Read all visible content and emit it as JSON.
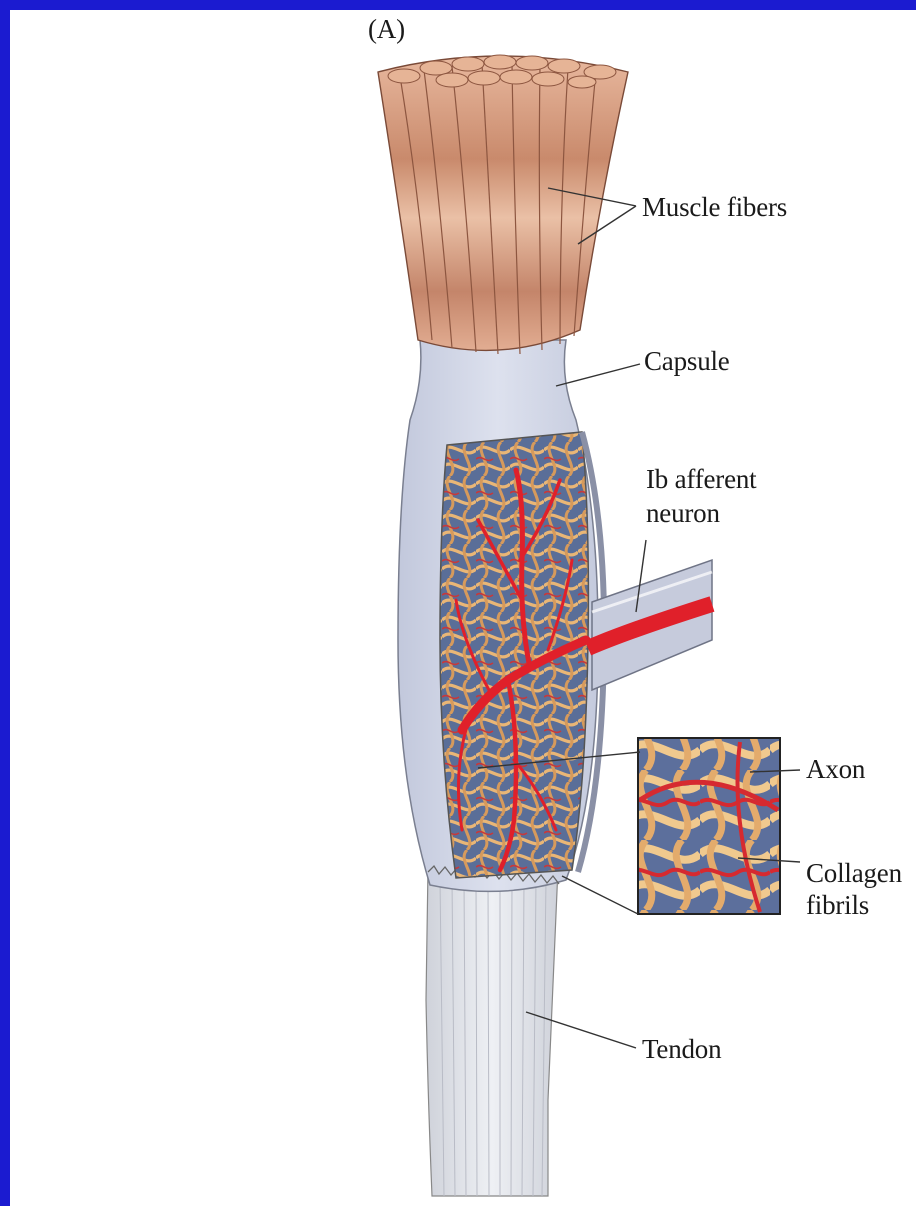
{
  "panel_label": "(A)",
  "labels": {
    "muscle_fibers": "Muscle fibers",
    "capsule": "Capsule",
    "afferent_line1": "Ib afferent",
    "afferent_line2": "neuron",
    "axon": "Axon",
    "collagen_line1": "Collagen",
    "collagen_line2": "fibrils",
    "tendon": "Tendon"
  },
  "colors": {
    "frame": "#1b1bd0",
    "muscle": "#d49a7c",
    "capsule": "#cfd4e4",
    "collagen": "#e8b77a",
    "axon": "#e0202a",
    "tendon": "#e4e6ec"
  }
}
